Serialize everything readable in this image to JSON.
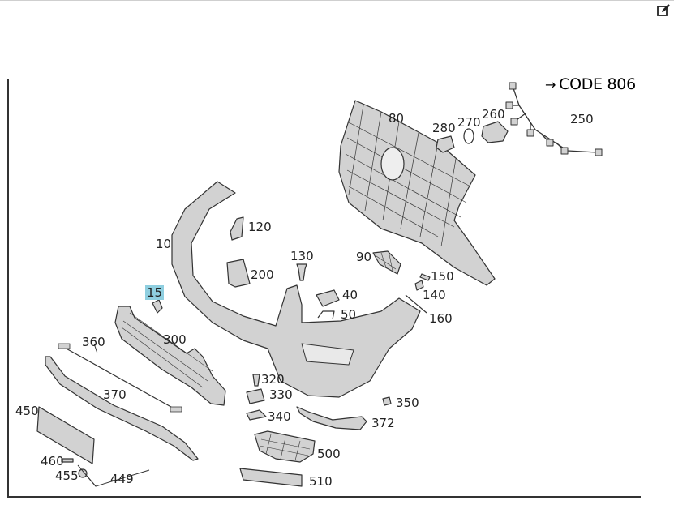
{
  "toolbar": {
    "edit_icon": "edit-icon"
  },
  "diagram": {
    "code_label": "CODE 806",
    "callouts": {
      "c10": "10",
      "c15": "15",
      "c80": "80",
      "c90": "90",
      "c120": "120",
      "c130": "130",
      "c140": "140",
      "c150": "150",
      "c160": "160",
      "c200": "200",
      "c250": "250",
      "c260": "260",
      "c270": "270",
      "c280": "280",
      "c300": "300",
      "c320": "320",
      "c330": "330",
      "c340": "340",
      "c350": "350",
      "c360": "360",
      "c370": "370",
      "c372": "372",
      "c40": "40",
      "c50": "50",
      "c449": "449",
      "c450": "450",
      "c455": "455",
      "c460": "460",
      "c500": "500",
      "c510": "510"
    },
    "highlighted_callout": "15",
    "colors": {
      "part_fill": "#cfcfcf",
      "part_stroke": "#333333",
      "highlight": "#8fcfe0",
      "frame": "#333333"
    }
  }
}
